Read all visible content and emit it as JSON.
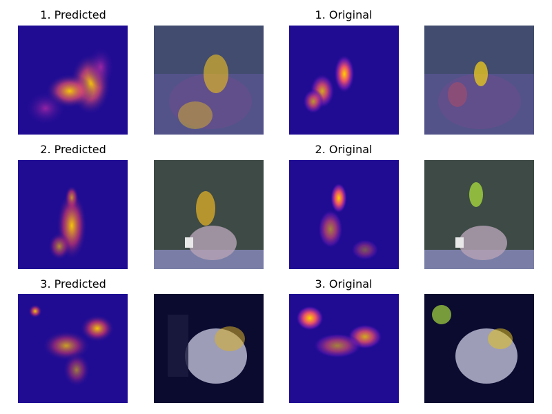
{
  "rows": [
    {
      "predicted_title": "1. Predicted",
      "original_title": "1. Original"
    },
    {
      "predicted_title": "2. Predicted",
      "original_title": "2. Original"
    },
    {
      "predicted_title": "3. Predicted",
      "original_title": "3. Original"
    }
  ],
  "colors": {
    "background": "#ffffff",
    "heatmap_low": "#1f0c93",
    "heatmap_mid": "#b12aa8",
    "heatmap_high": "#ffd100"
  }
}
